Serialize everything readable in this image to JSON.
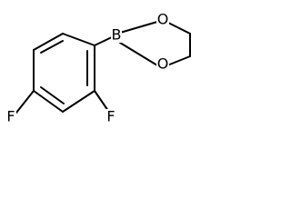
{
  "molecule": {
    "atoms": {
      "boron": "B",
      "oxygen_top": "O",
      "oxygen_bottom": "O",
      "fluorine_para": "F",
      "fluorine_ortho": "F"
    }
  }
}
